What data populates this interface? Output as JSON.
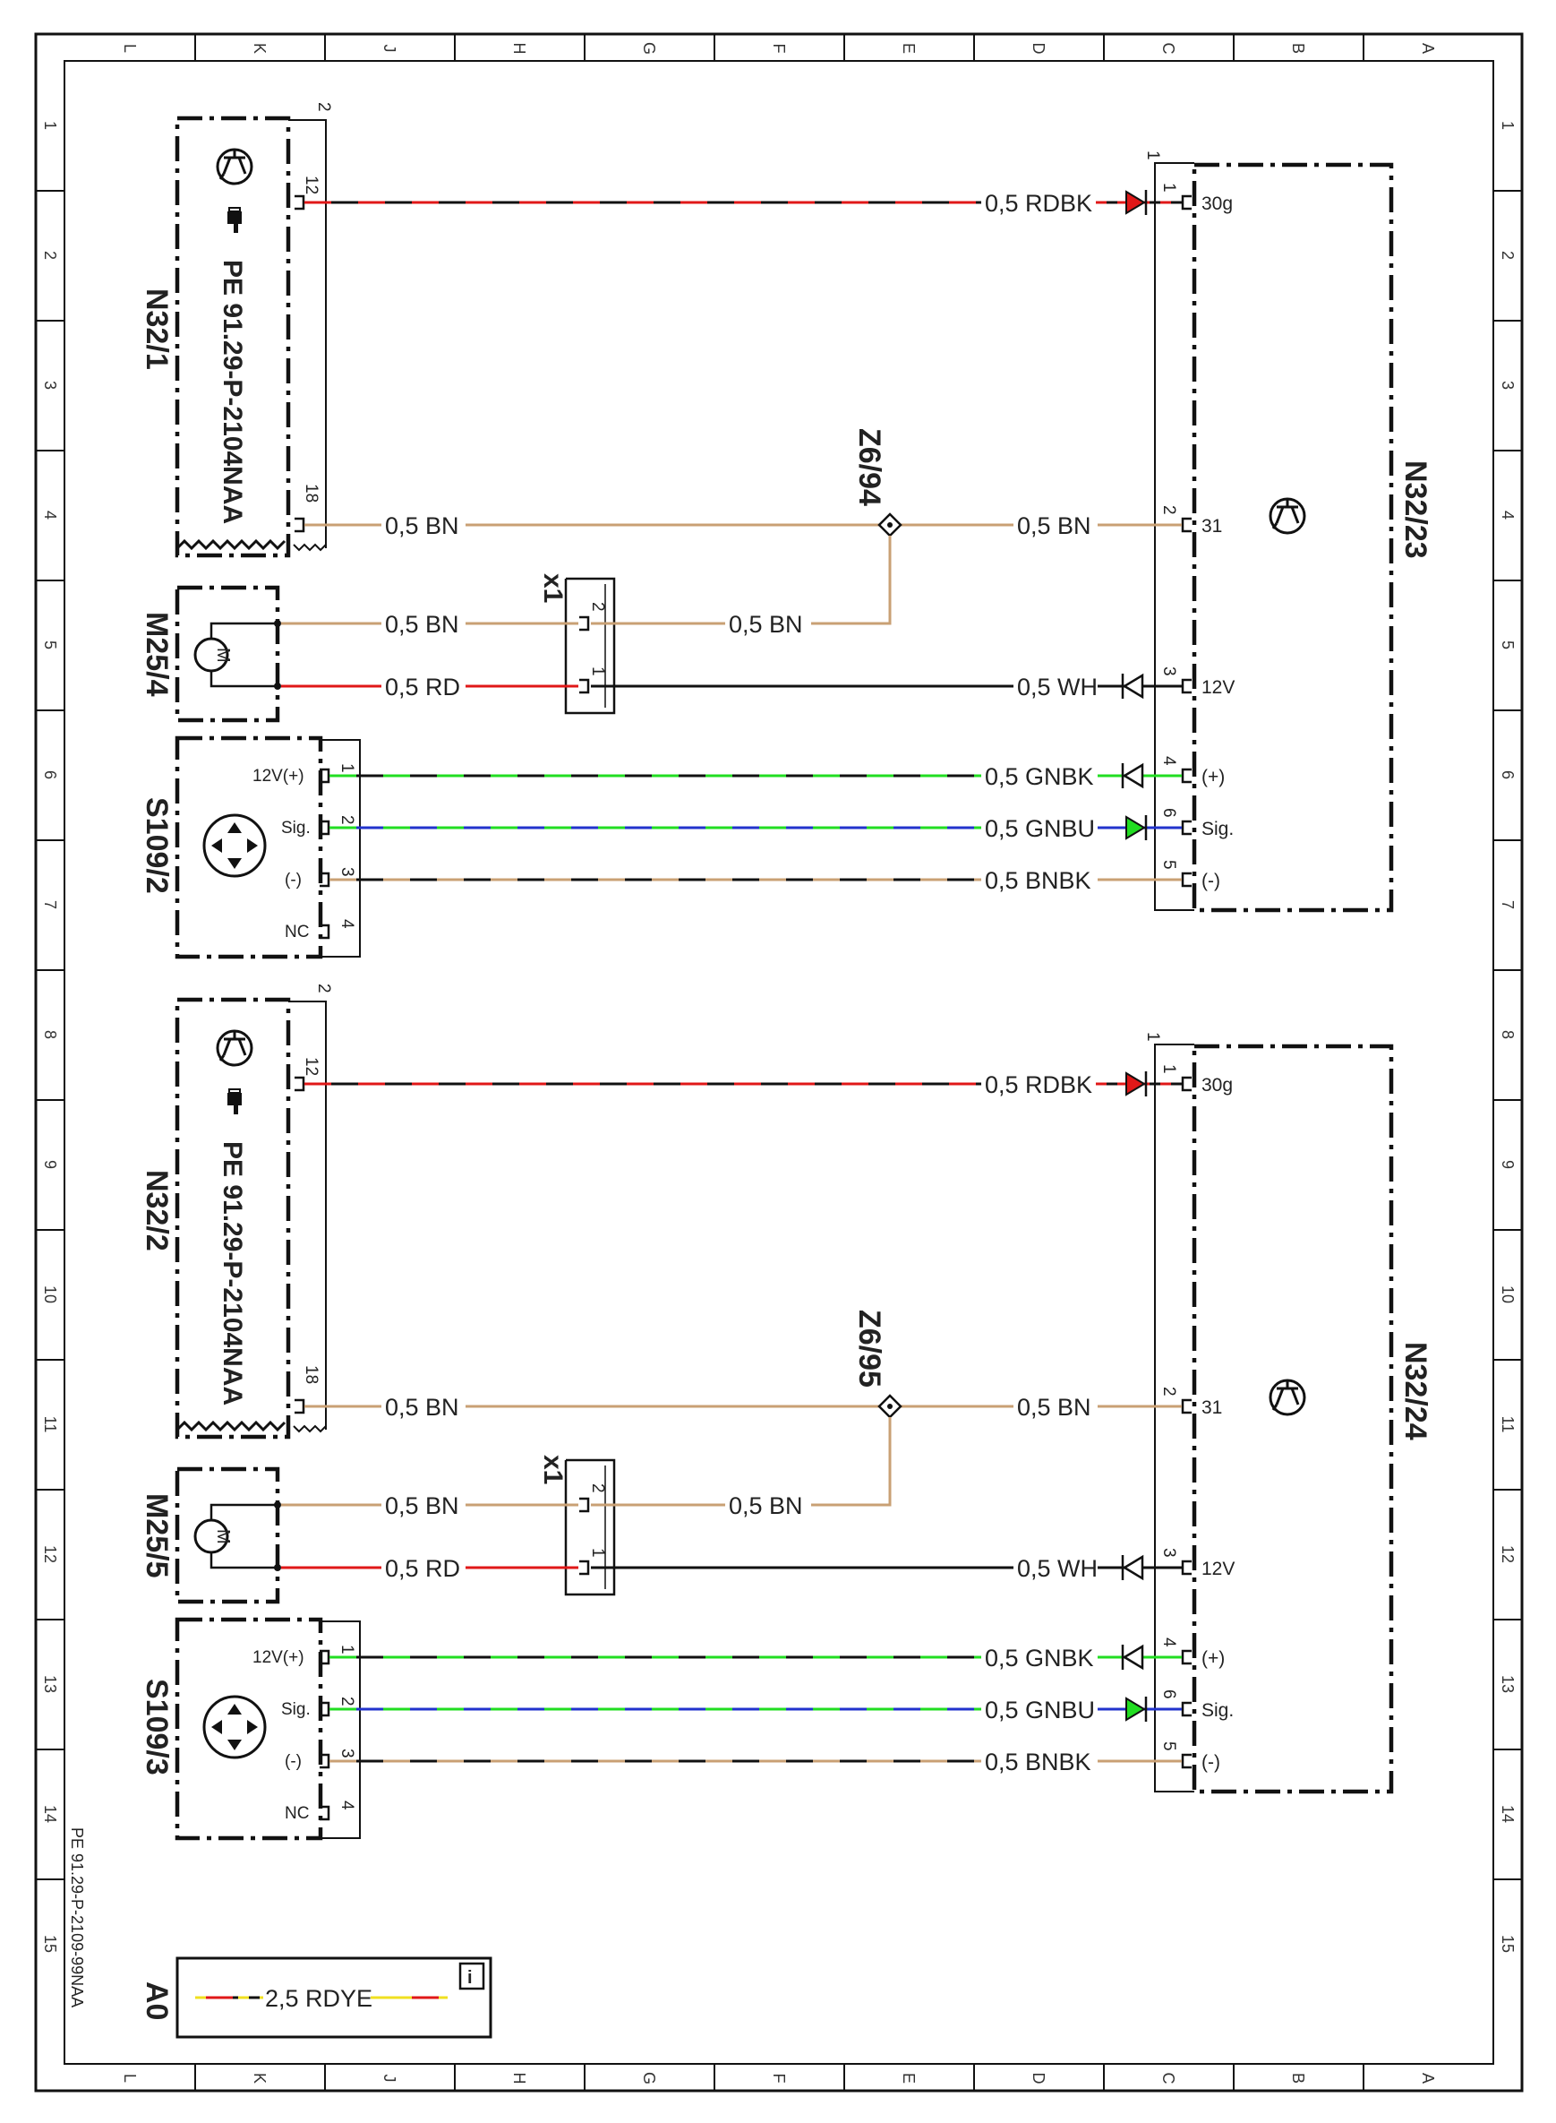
{
  "document_code": "PE 91.29-P-2109-99NAA",
  "grid": {
    "columns": [
      "L",
      "K",
      "J",
      "H",
      "G",
      "F",
      "E",
      "D",
      "C",
      "B",
      "A"
    ],
    "rows": [
      "1",
      "2",
      "3",
      "4",
      "5",
      "6",
      "7",
      "8",
      "9",
      "10",
      "11",
      "12",
      "13",
      "14",
      "15"
    ]
  },
  "components": {
    "n32_1": "N32/1",
    "n32_2": "N32/2",
    "n32_23": "N32/23",
    "n32_24": "N32/24",
    "m25_4": "M25/4",
    "m25_5": "M25/5",
    "s109_2": "S109/2",
    "s109_3": "S109/3",
    "z6_94": "Z6/94",
    "z6_95": "Z6/95",
    "x1": "x1",
    "ref": "PE 91.29-P-2104NAA",
    "motor": "M",
    "a0": "A0"
  },
  "wires": {
    "rdbk": "0,5 RDBK",
    "bn": "0,5 BN",
    "rd": "0,5 RD",
    "wh": "0,5 WH",
    "gnbk": "0,5 GNBK",
    "gnbu": "0,5 GNBU",
    "bnbk": "0,5 BNBK",
    "rdye": "2,5 RDYE"
  },
  "terminals": {
    "t30g": "30g",
    "t31": "31",
    "t12v": "12V",
    "tplus": "(+)",
    "tsig": "Sig.",
    "tminus": "(-)",
    "s12vplus": "12V(+)",
    "nc": "NC"
  },
  "pins": {
    "p1": "1",
    "p2": "2",
    "p3": "3",
    "p4": "4",
    "p5": "5",
    "p6": "6",
    "p12": "12",
    "p18": "18"
  },
  "info_icon": "info-icon",
  "colors": {
    "red": "#e01818",
    "brown": "#c9a074",
    "green": "#22dd22",
    "blue": "#2233cc",
    "black": "#111111",
    "yellow": "#f0e020"
  }
}
